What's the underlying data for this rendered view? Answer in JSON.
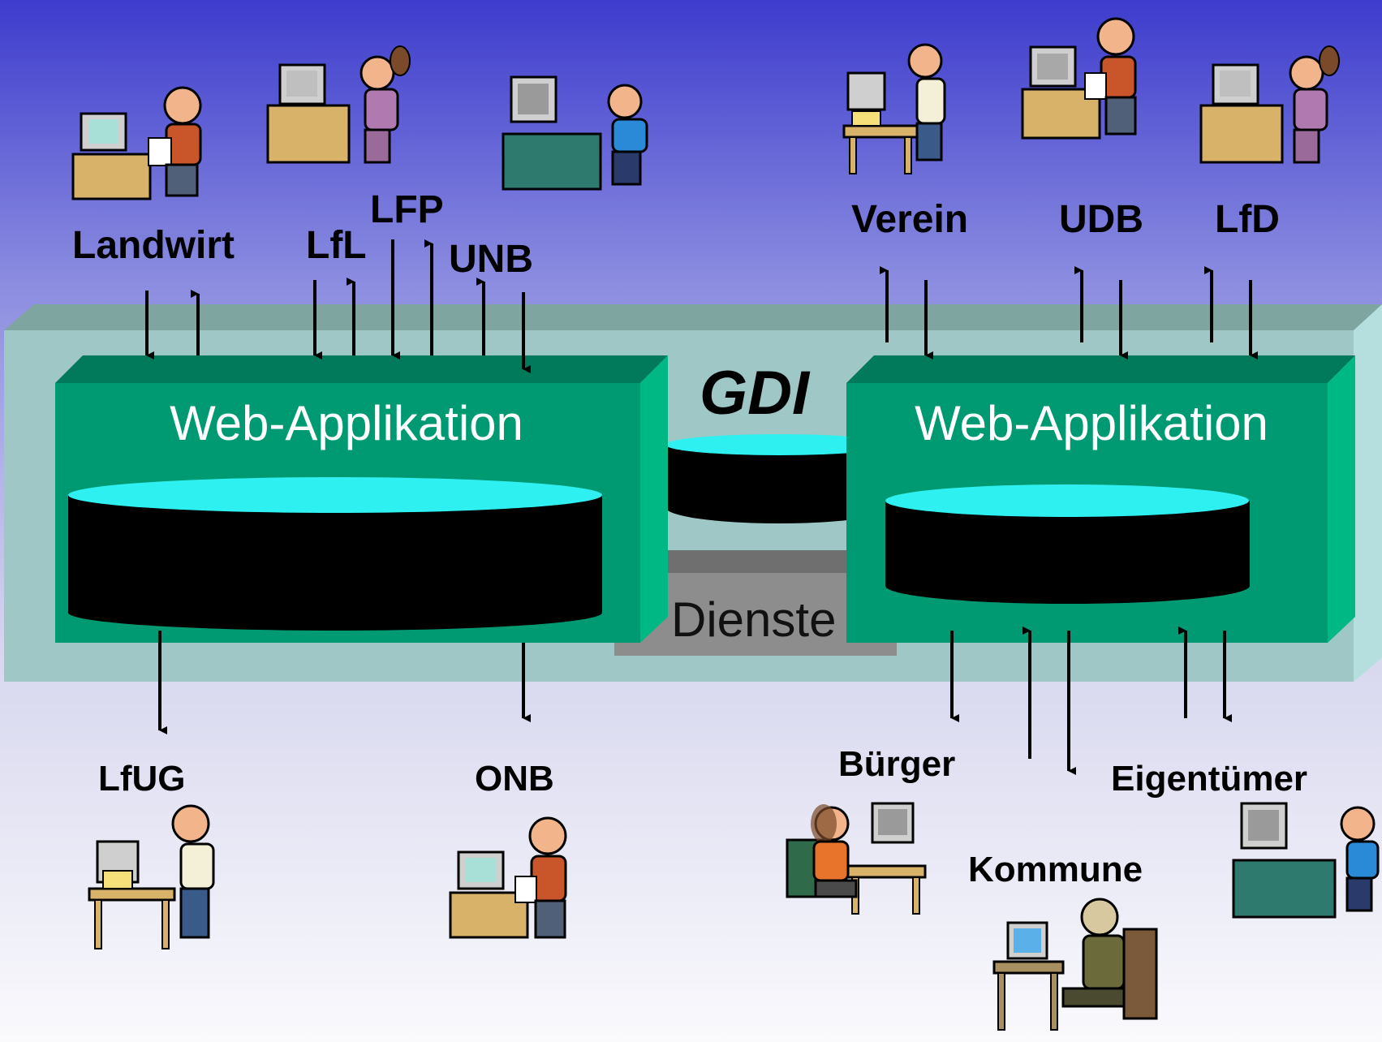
{
  "diagram": {
    "platform_label": "GDI",
    "services_label": "Dienste",
    "apps": [
      {
        "label": "Web-Applikation"
      },
      {
        "label": "Web-Applikation"
      }
    ],
    "users_top": [
      {
        "label": "Landwirt",
        "figure": "man-at-computer-holding-paper-icon"
      },
      {
        "label": "LfL",
        "figure": "woman-typing-at-computer-icon"
      },
      {
        "label": "LFP",
        "figure": ""
      },
      {
        "label": "UNB",
        "figure": "old-man-typing-at-computer-icon"
      },
      {
        "label": "Verein",
        "figure": "man-typing-at-computer-icon"
      },
      {
        "label": "UDB",
        "figure": "man-at-computer-holding-paper-icon"
      },
      {
        "label": "LfD",
        "figure": "woman-typing-at-computer-icon"
      }
    ],
    "users_bottom": [
      {
        "label": "LfUG",
        "figure": "tired-man-typing-at-computer-icon"
      },
      {
        "label": "ONB",
        "figure": "man-at-computer-holding-paper-icon"
      },
      {
        "label": "Bürger",
        "figure": "woman-typing-at-computer-icon"
      },
      {
        "label": "Kommune",
        "figure": "man-relaxing-at-computer-icon"
      },
      {
        "label": "Eigentümer",
        "figure": "old-man-typing-at-computer-icon"
      }
    ]
  },
  "colors": {
    "sky_top": "#3f3fcf",
    "sky_mid": "#8c8ce0",
    "ground": "#f4f4fa",
    "platform_front": "#9fc7c5",
    "platform_top": "#7ea5a0",
    "app_front": "#009a72",
    "app_top": "#007a5a",
    "app_side": "#00b884",
    "db_top": "#2ff0f0",
    "db_body": "#000000",
    "services_gray": "#7a7a7a"
  }
}
